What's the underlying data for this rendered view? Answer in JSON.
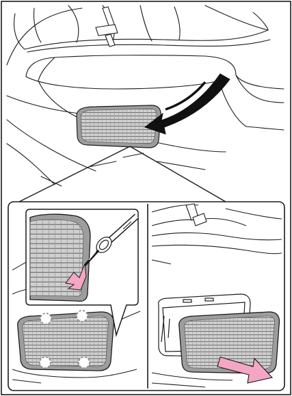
{
  "figure": {
    "type": "owner-manual-illustration",
    "panels": [
      "overview",
      "detail-screwdriver-pry",
      "detail-grille-removal"
    ],
    "colors": {
      "line": "#1a1a1a",
      "grille_fill": "#c8c8c8",
      "grille_rim": "#8f8f8f",
      "arrow_black": "#111111",
      "arrow_pink": "#f4a6c4",
      "clip_markers": "#8c8c8c",
      "background": "#ffffff"
    },
    "icons": [
      "rear-seat",
      "seat-belt-buckle",
      "vent-grille",
      "screwdriver",
      "callout-pointer",
      "removal-arrow",
      "clip-marker"
    ],
    "clip_count": 4
  }
}
